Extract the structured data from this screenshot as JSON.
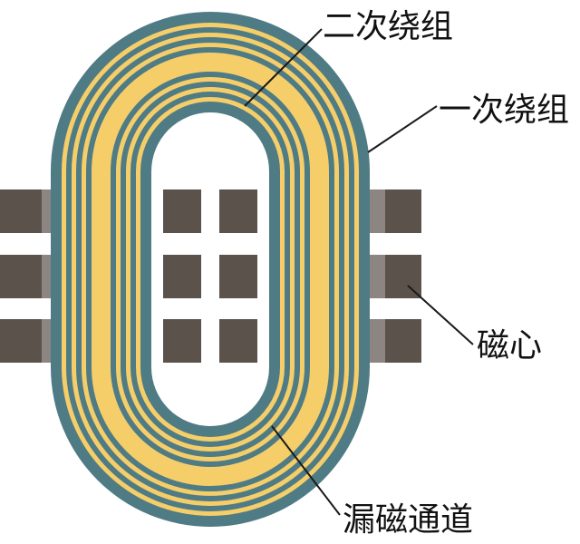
{
  "labels": {
    "secondary_winding": "二次绕组",
    "primary_winding": "一次绕组",
    "magnetic_core": "磁心",
    "leakage_path": "漏磁通道"
  },
  "colors": {
    "background": "#ffffff",
    "winding_outer": "#4f7b85",
    "winding_gold": "#f5ce6a",
    "core_dark": "#5b524b",
    "core_light": "#8c8582",
    "leader_line": "#1a1a1a",
    "text": "#111111"
  }
}
